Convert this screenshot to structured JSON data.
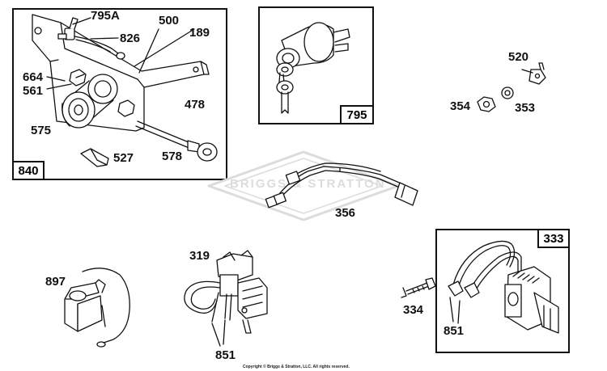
{
  "boxes": {
    "b840": "840",
    "b795": "795",
    "b333": "333"
  },
  "labels": {
    "l795A": "795A",
    "l826": "826",
    "l500": "500",
    "l189": "189",
    "l664": "664",
    "l561": "561",
    "l478": "478",
    "l575": "575",
    "l527": "527",
    "l578": "578",
    "l520": "520",
    "l354": "354",
    "l353": "353",
    "l356": "356",
    "l319": "319",
    "l897": "897",
    "l851a": "851",
    "l334": "334",
    "l851b": "851"
  },
  "watermark": "BRIGGS & STRATTON",
  "footer": {
    "copyright": "Copyright © Briggs & Stratton, LLC. All rights reserved."
  }
}
